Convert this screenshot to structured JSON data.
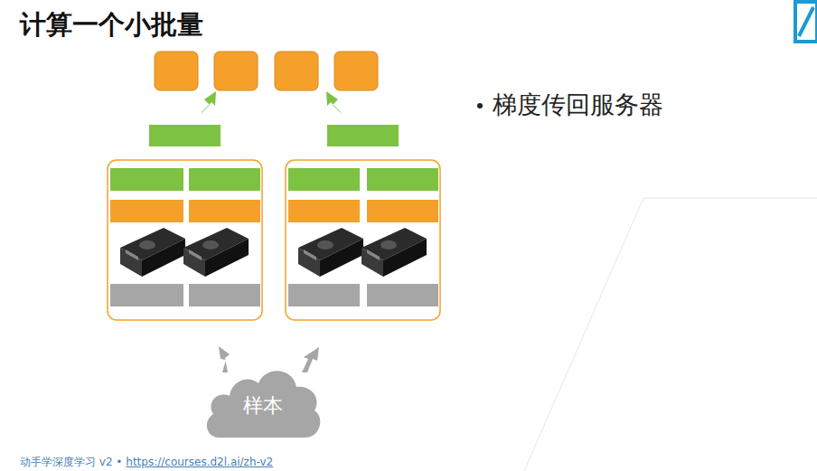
{
  "diagram": {
    "title": "计算一个小批量",
    "nodes": [
      {
        "text": [
          "样本"
        ]
      }
    ],
    "labels": [
      "梯度传回服务器",
      "动手学深度学习 v2 •",
      "https://courses.d2l.ai/zh-v2"
    ]
  }
}
